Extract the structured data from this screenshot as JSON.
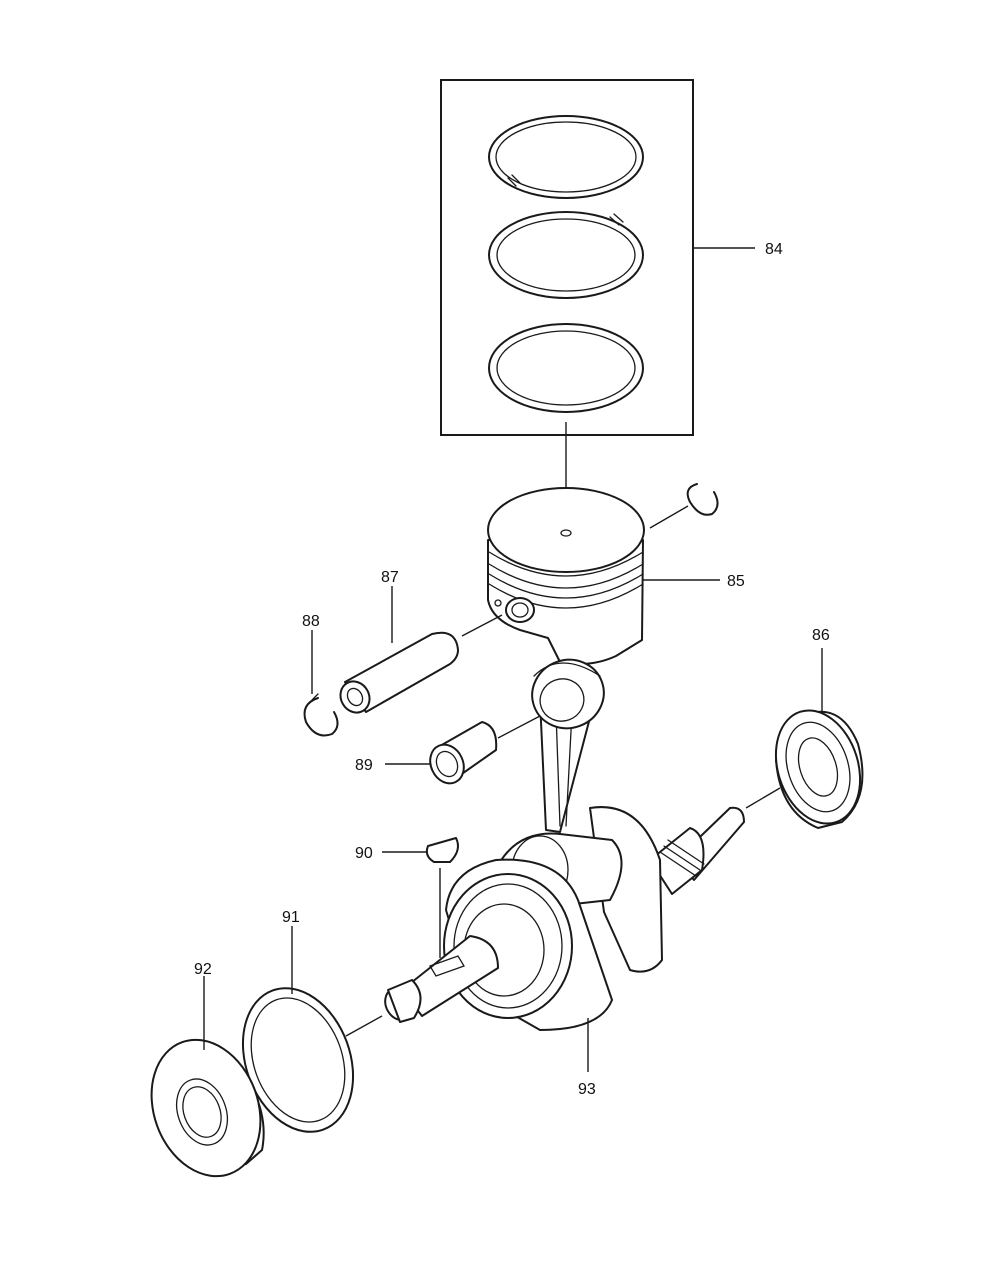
{
  "callouts": {
    "piston_ring_set": "84",
    "piston": "85",
    "ball_bearing_right": "86",
    "piston_pin": "87",
    "retaining_ring": "88",
    "needle_bearing": "89",
    "woodruff_key": "90",
    "o_ring": "91",
    "ball_bearing_left": "92",
    "crankshaft_assembly": "93"
  },
  "colors": {
    "line": "#1a1a1a",
    "background": "#ffffff"
  }
}
